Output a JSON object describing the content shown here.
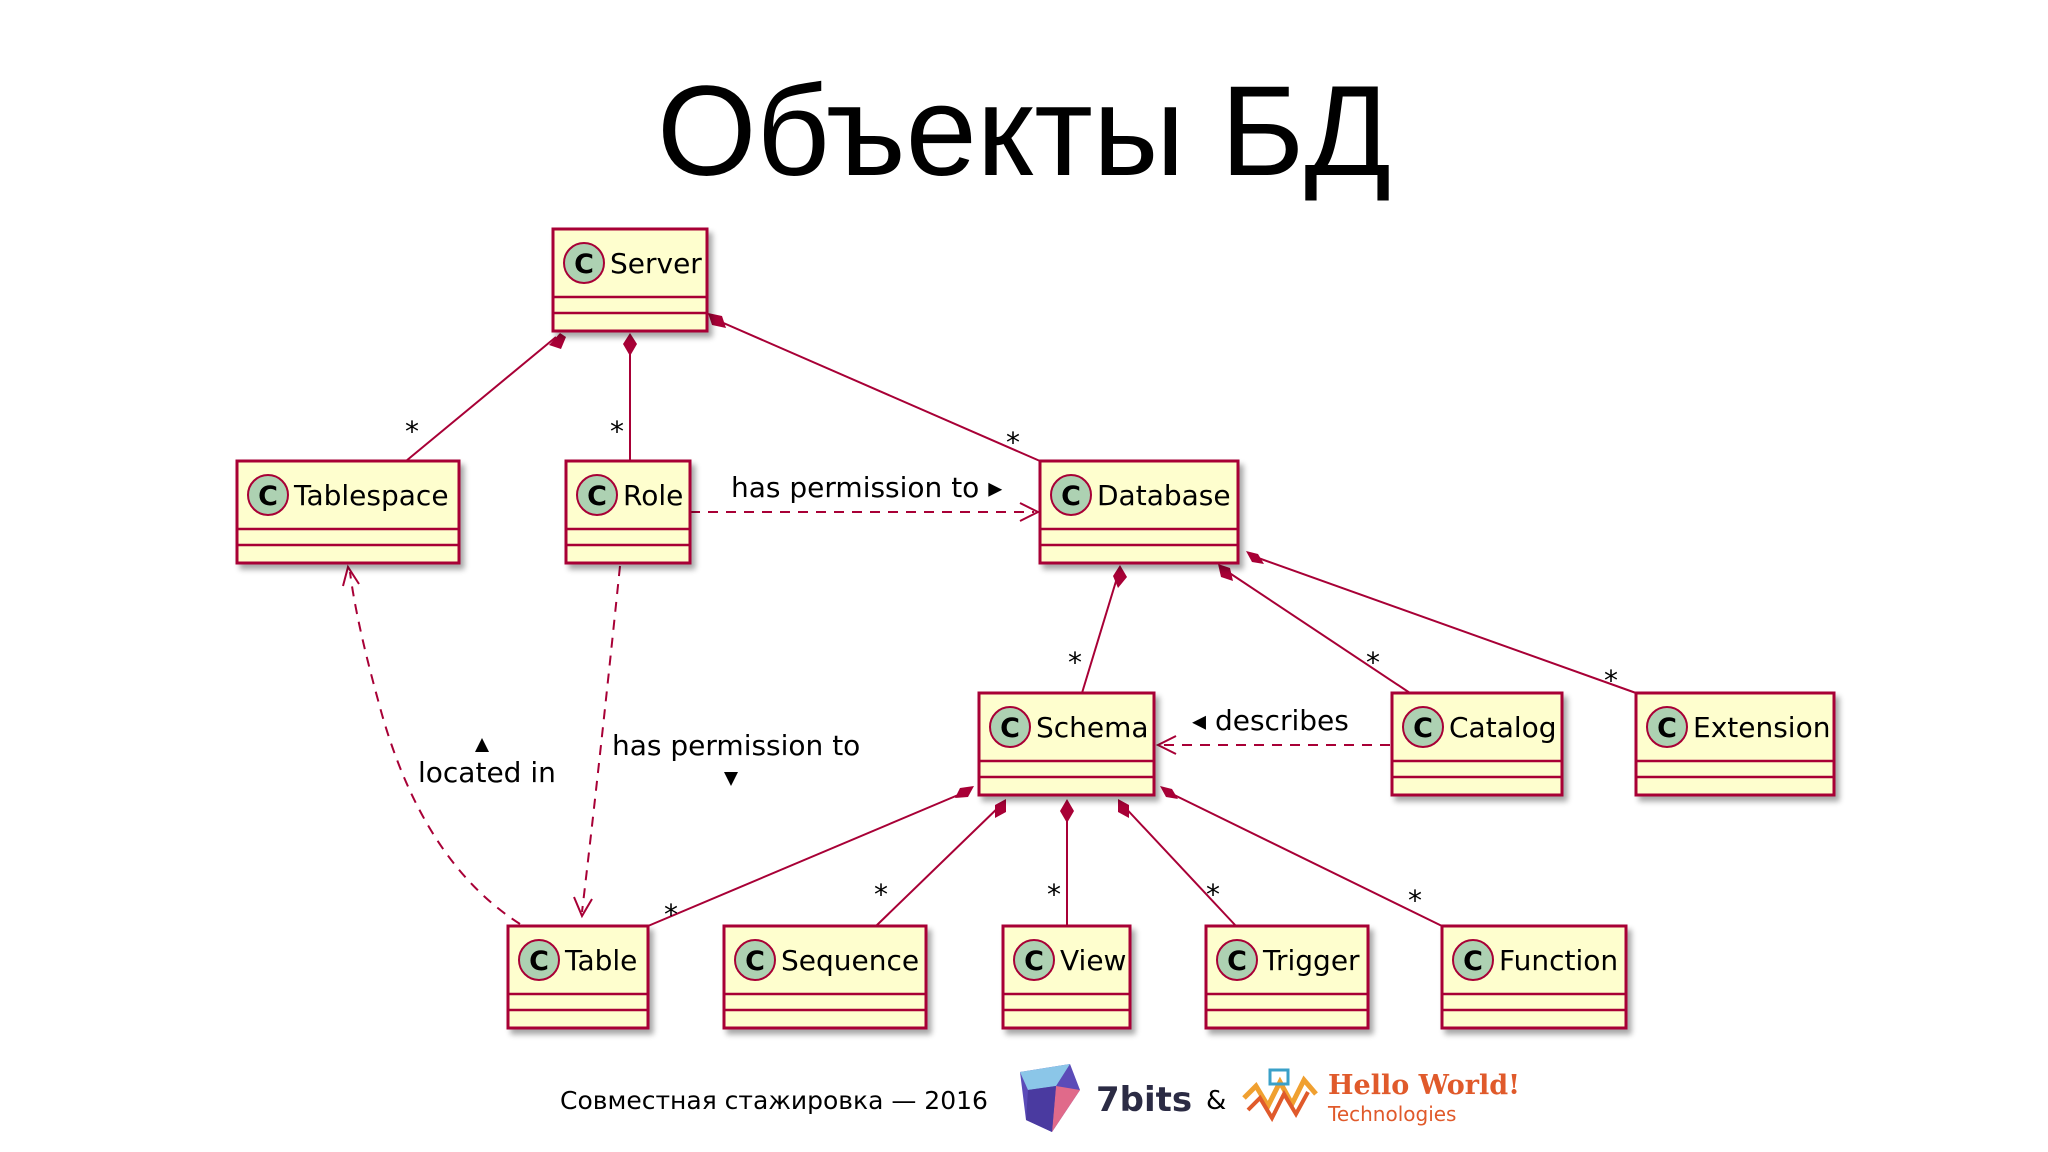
{
  "slide": {
    "title": "Объекты БД"
  },
  "classes": {
    "server": "Server",
    "tablespace": "Tablespace",
    "role": "Role",
    "database": "Database",
    "schema": "Schema",
    "catalog": "Catalog",
    "extension": "Extension",
    "table": "Table",
    "sequence": "Sequence",
    "view": "View",
    "trigger": "Trigger",
    "function": "Function"
  },
  "class_icon_letter": "C",
  "multiplicity": "*",
  "edge_labels": {
    "role_database": "has permission to ▸",
    "role_table": "has permission to",
    "table_tablespace": "located in",
    "catalog_schema": "◂ describes"
  },
  "colors": {
    "class_fill": "#fefece",
    "class_border": "#a80036",
    "line": "#a80036",
    "icon_fill": "#add1b2"
  },
  "footer": {
    "text": "Совместная стажировка — 2016",
    "logo1": "7bits",
    "amp": "&",
    "logo2_title": "Hello World!",
    "logo2_sub": "Technologies"
  }
}
